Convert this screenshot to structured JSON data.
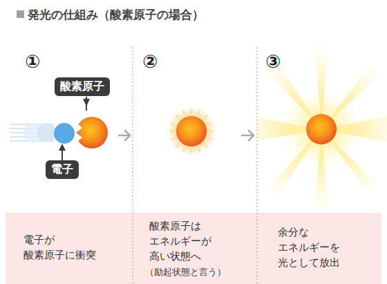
{
  "diagram": {
    "title": "発光の仕組み（酸素原子の場合）",
    "nodes": [
      {
        "text": [
          "酸素原子"
        ]
      },
      {
        "text": [
          "電子"
        ]
      },
      {
        "text": [
          "電子が 酸素原子に衝突"
        ]
      },
      {
        "text": [
          "酸素原子は エネルギーが 高い状態へ",
          "（励起状態と言う）"
        ]
      },
      {
        "text": [
          "余分な エネルギーを 光として放出"
        ]
      }
    ],
    "labels": [
      "①",
      "②",
      "③"
    ]
  }
}
